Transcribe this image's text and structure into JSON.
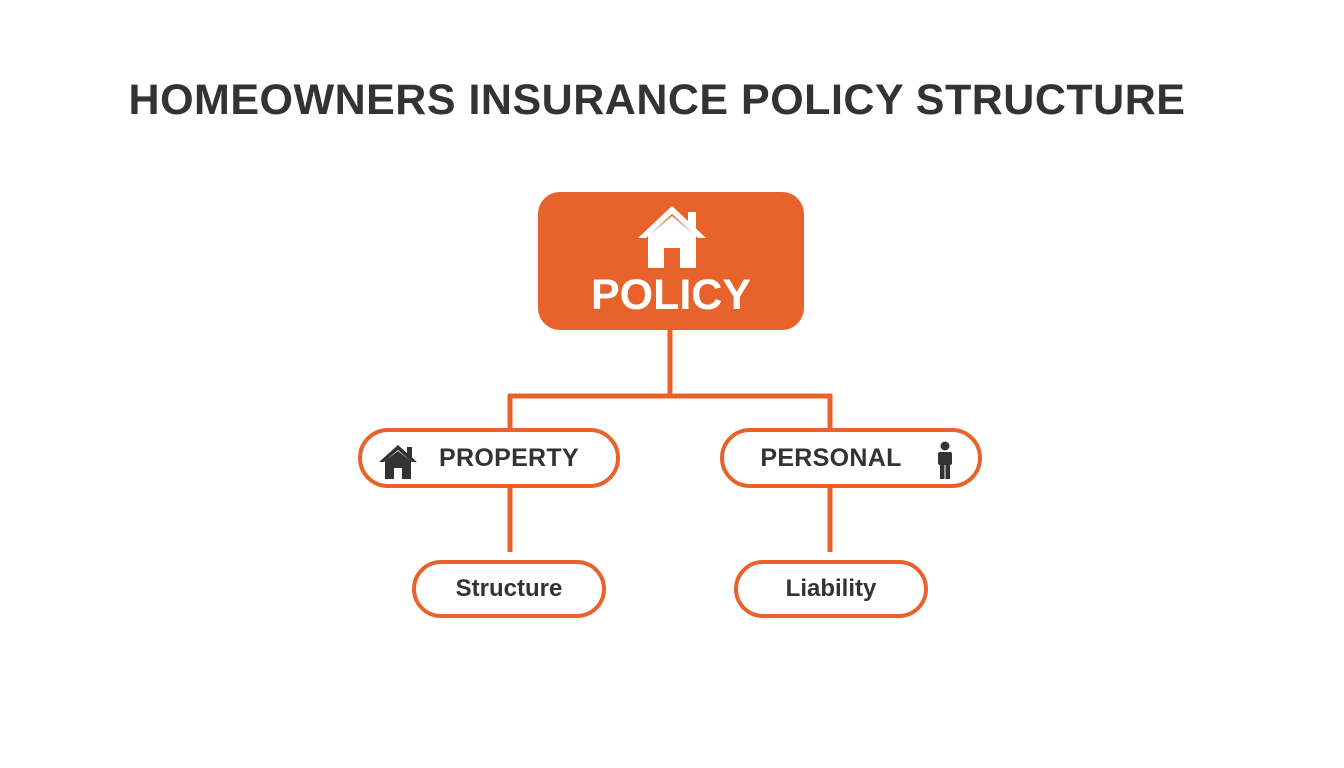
{
  "title": "HOMEOWNERS INSURANCE POLICY STRUCTURE",
  "accent_color": "#e8632b",
  "text_color": "#333333",
  "root": {
    "label": "POLICY",
    "icon": "house-icon"
  },
  "categories": [
    {
      "label": "PROPERTY",
      "icon": "house-icon"
    },
    {
      "label": "PERSONAL",
      "icon": "person-icon"
    }
  ],
  "subitems": [
    {
      "label": "Structure",
      "parent": "PROPERTY"
    },
    {
      "label": "Liability",
      "parent": "PERSONAL"
    }
  ]
}
